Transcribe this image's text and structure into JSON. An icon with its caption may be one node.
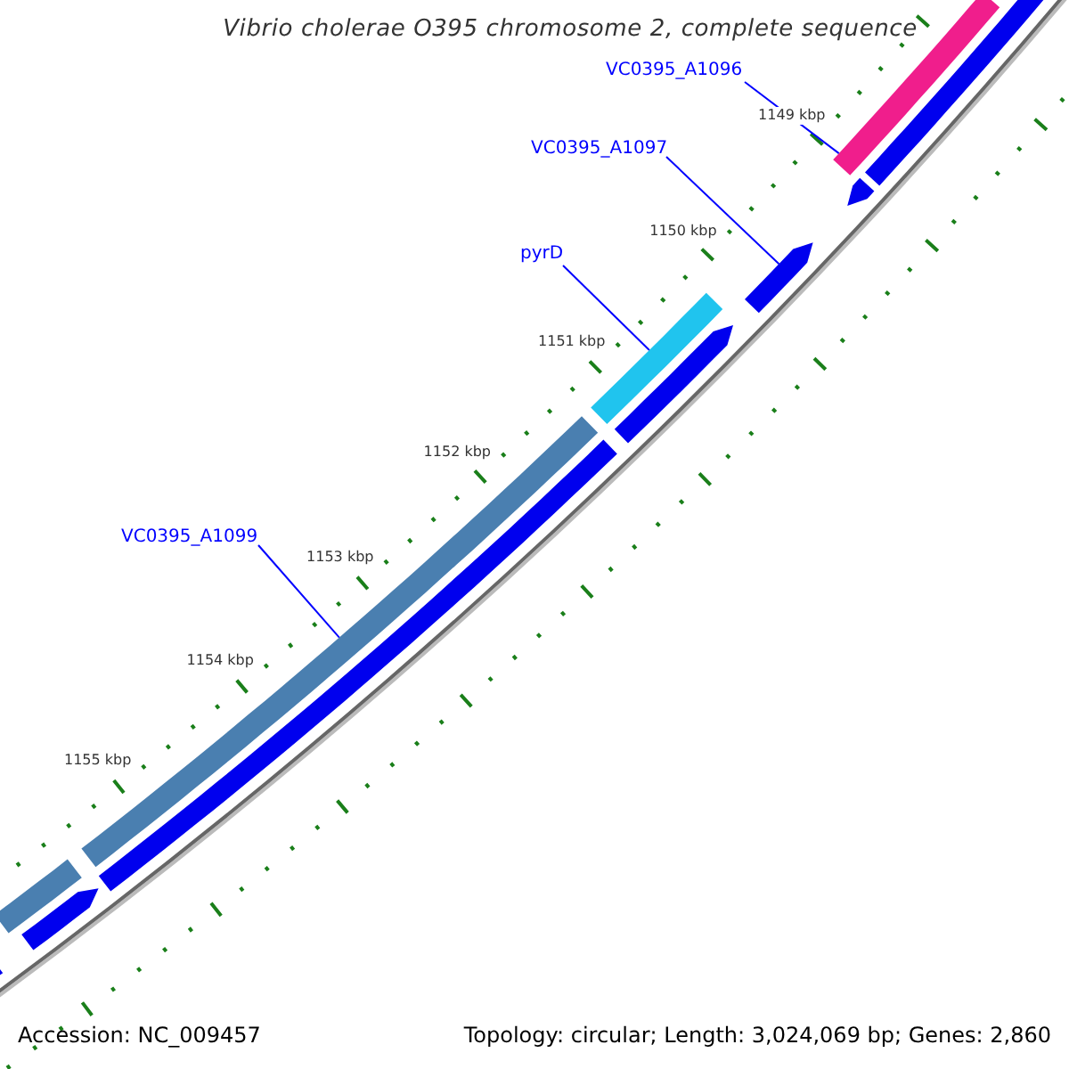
{
  "diagram": {
    "title": "Vibrio cholerae O395 chromosome 2, complete sequence",
    "nodes": [
      {
        "text": [
          "VC0395_A1096"
        ]
      },
      {
        "text": [],
        "shape": "bar"
      },
      {
        "text": [
          "VC0395_A1097"
        ]
      },
      {
        "text": [],
        "shape": "arrow"
      },
      {
        "text": [
          "pyrD"
        ]
      },
      {
        "text": [],
        "shape": "bar"
      },
      {
        "text": [
          "VC0395_A1099"
        ]
      },
      {
        "text": [],
        "shape": "bar"
      },
      {
        "text": [],
        "shape": "bar"
      },
      {
        "text": [],
        "shape": "bar"
      },
      {
        "text": [],
        "shape": "arrow"
      },
      {
        "text": [],
        "shape": "arrow"
      },
      {
        "text": [],
        "shape": "bar"
      },
      {
        "text": [],
        "shape": "arrow"
      },
      {
        "text": [],
        "shape": "bar"
      }
    ],
    "edges": [
      {
        "from": 0,
        "to": 1,
        "arrow": "none"
      },
      {
        "from": 2,
        "to": 3,
        "arrow": "none"
      },
      {
        "from": 4,
        "to": 5,
        "arrow": "none"
      },
      {
        "from": 6,
        "to": 7,
        "arrow": "none"
      }
    ],
    "labels": [
      "1149 kbp",
      "1150 kbp",
      "1151 kbp",
      "1152 kbp",
      "1153 kbp",
      "1154 kbp",
      "1155 kbp",
      "Accession: NC_009457",
      "Topology: circular; Length: 3,024,069 bp; Genes: 2,860"
    ]
  }
}
